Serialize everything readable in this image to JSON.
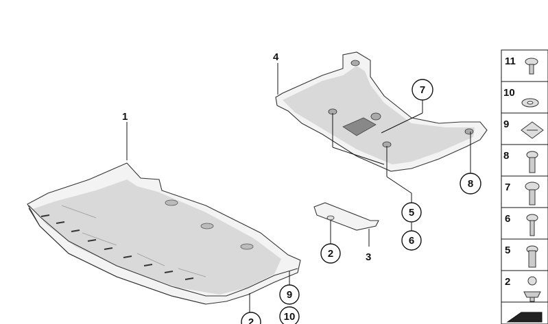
{
  "plain_labels": {
    "part_1": "1",
    "part_4": "4",
    "part_3": "3"
  },
  "callouts": {
    "c7": "7",
    "c8": "8",
    "c5": "5",
    "c6": "6",
    "c2a": "2",
    "c9": "9",
    "c10": "10",
    "c2b": "2"
  },
  "side_legend": [
    "11",
    "10",
    "9",
    "8",
    "7",
    "6",
    "5",
    "2",
    ""
  ]
}
